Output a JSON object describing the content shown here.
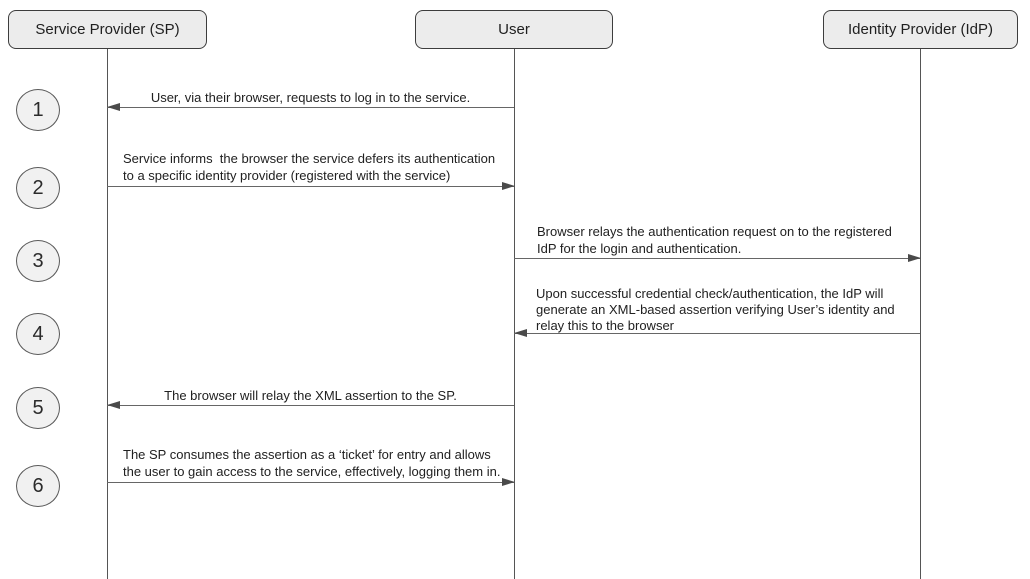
{
  "diagram_type": "sequence-diagram",
  "actors": [
    {
      "id": "sp",
      "label": "Service Provider (SP)"
    },
    {
      "id": "user",
      "label": "User"
    },
    {
      "id": "idp",
      "label": "Identity Provider (IdP)"
    }
  ],
  "steps": [
    {
      "number": "1",
      "from": "User",
      "to": "Service Provider (SP)",
      "direction": "left",
      "text": "User, via their browser, requests to log in to the service."
    },
    {
      "number": "2",
      "from": "Service Provider (SP)",
      "to": "User",
      "direction": "right",
      "text": "Service informs  the browser the service defers its authentication\nto a specific identity provider (registered with the service)"
    },
    {
      "number": "3",
      "from": "User",
      "to": "Identity Provider (IdP)",
      "direction": "right",
      "text": "Browser relays the authentication request on to the registered\nIdP for the login and authentication."
    },
    {
      "number": "4",
      "from": "Identity Provider (IdP)",
      "to": "User",
      "direction": "left",
      "text": "Upon successful credential check/authentication, the IdP will\ngenerate an XML-based assertion verifying User’s identity and\nrelay this to the browser"
    },
    {
      "number": "5",
      "from": "User",
      "to": "Service Provider (SP)",
      "direction": "left",
      "text": "The browser will relay the XML assertion to the SP."
    },
    {
      "number": "6",
      "from": "Service Provider (SP)",
      "to": "User",
      "direction": "right",
      "text": "The SP consumes the assertion as a ‘ticket’ for entry and allows\nthe user to gain access to the service, effectively, logging them in."
    }
  ],
  "colors": {
    "background": "#ffffff",
    "box_fill": "#ececec",
    "box_border": "#3d3d3d",
    "circle_fill": "#f1f1f1",
    "circle_border": "#595959",
    "line": "#666666",
    "arrowhead": "#4a4a4a",
    "text": "#212121"
  }
}
